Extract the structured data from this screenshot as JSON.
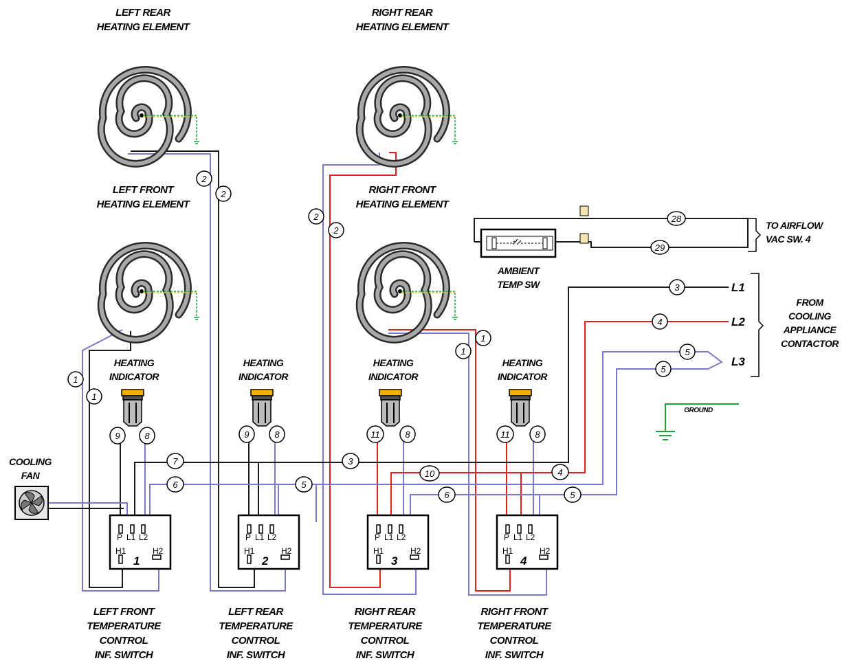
{
  "elements": [
    {
      "id": "left-rear",
      "label_lines": [
        "LEFT REAR",
        "HEATING ELEMENT"
      ]
    },
    {
      "id": "right-rear",
      "label_lines": [
        "RIGHT REAR",
        "HEATING ELEMENT"
      ]
    },
    {
      "id": "left-front",
      "label_lines": [
        "LEFT FRONT",
        "HEATING ELEMENT"
      ]
    },
    {
      "id": "right-front",
      "label_lines": [
        "RIGHT FRONT",
        "HEATING ELEMENT"
      ]
    }
  ],
  "indicators": [
    {
      "label_lines": [
        "HEATING",
        "INDICATOR"
      ],
      "wires": [
        "9",
        "8"
      ]
    },
    {
      "label_lines": [
        "HEATING",
        "INDICATOR"
      ],
      "wires": [
        "9",
        "8"
      ]
    },
    {
      "label_lines": [
        "HEATING",
        "INDICATOR"
      ],
      "wires": [
        "11",
        "8"
      ]
    },
    {
      "label_lines": [
        "HEATING",
        "INDICATOR"
      ],
      "wires": [
        "11",
        "8"
      ]
    }
  ],
  "switches": [
    {
      "number": "1",
      "label_lines": [
        "LEFT FRONT",
        "TEMPERATURE",
        "CONTROL",
        "INF. SWITCH"
      ]
    },
    {
      "number": "2",
      "label_lines": [
        "LEFT REAR",
        "TEMPERATURE",
        "CONTROL",
        "INF. SWITCH"
      ]
    },
    {
      "number": "3",
      "label_lines": [
        "RIGHT REAR",
        "TEMPERATURE",
        "CONTROL",
        "INF. SWITCH"
      ]
    },
    {
      "number": "4",
      "label_lines": [
        "RIGHT FRONT",
        "TEMPERATURE",
        "CONTROL",
        "INF. SWITCH"
      ]
    }
  ],
  "terminals": {
    "p": "P",
    "l1": "L1",
    "l2": "L2",
    "h1": "H1",
    "h2": "H2"
  },
  "fan": {
    "label_lines": [
      "COOLING",
      "FAN"
    ]
  },
  "ambient": {
    "label_lines": [
      "AMBIENT",
      "TEMP SW"
    ]
  },
  "airflow": {
    "label_lines": [
      "TO AIRFLOW",
      "VAC SW. 4"
    ],
    "wires": [
      "28",
      "29"
    ]
  },
  "contactor": {
    "label_lines": [
      "FROM",
      "COOLING",
      "APPLIANCE",
      "CONTACTOR"
    ],
    "lines": [
      "L1",
      "L2",
      "L3"
    ],
    "wires": [
      "3",
      "4",
      "5",
      "5"
    ]
  },
  "ground": {
    "label": "GROUND"
  },
  "wire_numbers": {
    "lr_a": "2",
    "lr_b": "2",
    "rr_a": "2",
    "rr_b": "2",
    "lf_a": "1",
    "lf_b": "1",
    "rf_a": "1",
    "rf_b": "1",
    "w7": "7",
    "w6a": "6",
    "w5a": "5",
    "w3": "3",
    "w10": "10",
    "w6b": "6",
    "w4": "4",
    "w5b": "5"
  },
  "colors": {
    "black": "#1a1a1a",
    "red": "#e0201c",
    "blue": "#7b78c8",
    "green": "#1aa23a",
    "yellow": "#e2c21a",
    "amber": "#f4b000"
  }
}
